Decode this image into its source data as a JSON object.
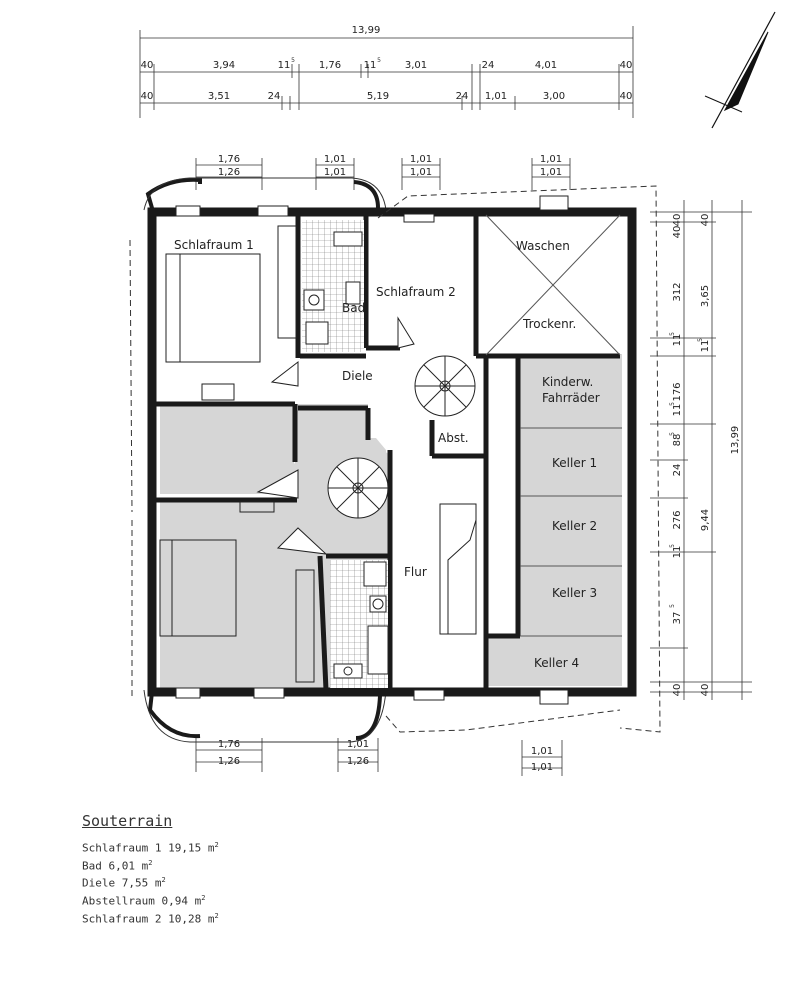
{
  "dims": {
    "total_width": "13,99",
    "top_row1": [
      "40",
      "3,94",
      "11",
      "5",
      "1,76",
      "11",
      "5",
      "3,01",
      "24",
      "4,01",
      "40"
    ],
    "top_row2": [
      "40",
      "3,51",
      "24",
      "5,19",
      "24",
      "1,01",
      "3,00",
      "40"
    ],
    "window_top": [
      [
        "1,76",
        "1,26"
      ],
      [
        "1,01",
        "1,01"
      ],
      [
        "1,01",
        "1,01"
      ],
      [
        "1,01",
        "1,01"
      ]
    ],
    "window_bottom": [
      [
        "1,76",
        "1,26"
      ],
      [
        "1,01",
        "1,26"
      ],
      [
        "1,01",
        "1,01"
      ]
    ],
    "right_inner": [
      "40",
      "40",
      "312",
      "11",
      "5",
      "176",
      "11",
      "5",
      "88",
      "5",
      "24",
      "276",
      "11",
      "5",
      "37",
      "5",
      "40"
    ],
    "right_mid": [
      "40",
      "3,65",
      "11",
      "5",
      "9,44",
      "40"
    ],
    "right_total": "13,99"
  },
  "rooms": {
    "schlafraum1": "Schlafraum 1",
    "bad": "Bad",
    "schlafraum2": "Schlafraum 2",
    "waschen": "Waschen",
    "trockenr": "Trockenr.",
    "diele": "Diele",
    "abst": "Abst.",
    "kinderw1": "Kinderw.",
    "kinderw2": "Fahrräder",
    "keller1": "Keller 1",
    "keller2": "Keller 2",
    "keller3": "Keller 3",
    "keller4": "Keller 4",
    "flur": "Flur"
  },
  "legend": {
    "title": "Souterrain",
    "items": [
      {
        "name": "Schlafraum 1",
        "area": "19,15",
        "unit": "m",
        "exp": "2"
      },
      {
        "name": "Bad",
        "area": "6,01",
        "unit": "m",
        "exp": "2"
      },
      {
        "name": "Diele",
        "area": "7,55",
        "unit": "m",
        "exp": "2"
      },
      {
        "name": "Abstellraum",
        "area": "0,94",
        "unit": "m",
        "exp": "2"
      },
      {
        "name": "Schlafraum 2",
        "area": "10,28",
        "unit": "m",
        "exp": "2"
      }
    ]
  },
  "colors": {
    "wall": "#1a1a1a",
    "shade": "#d6d6d6",
    "line": "#333333"
  }
}
